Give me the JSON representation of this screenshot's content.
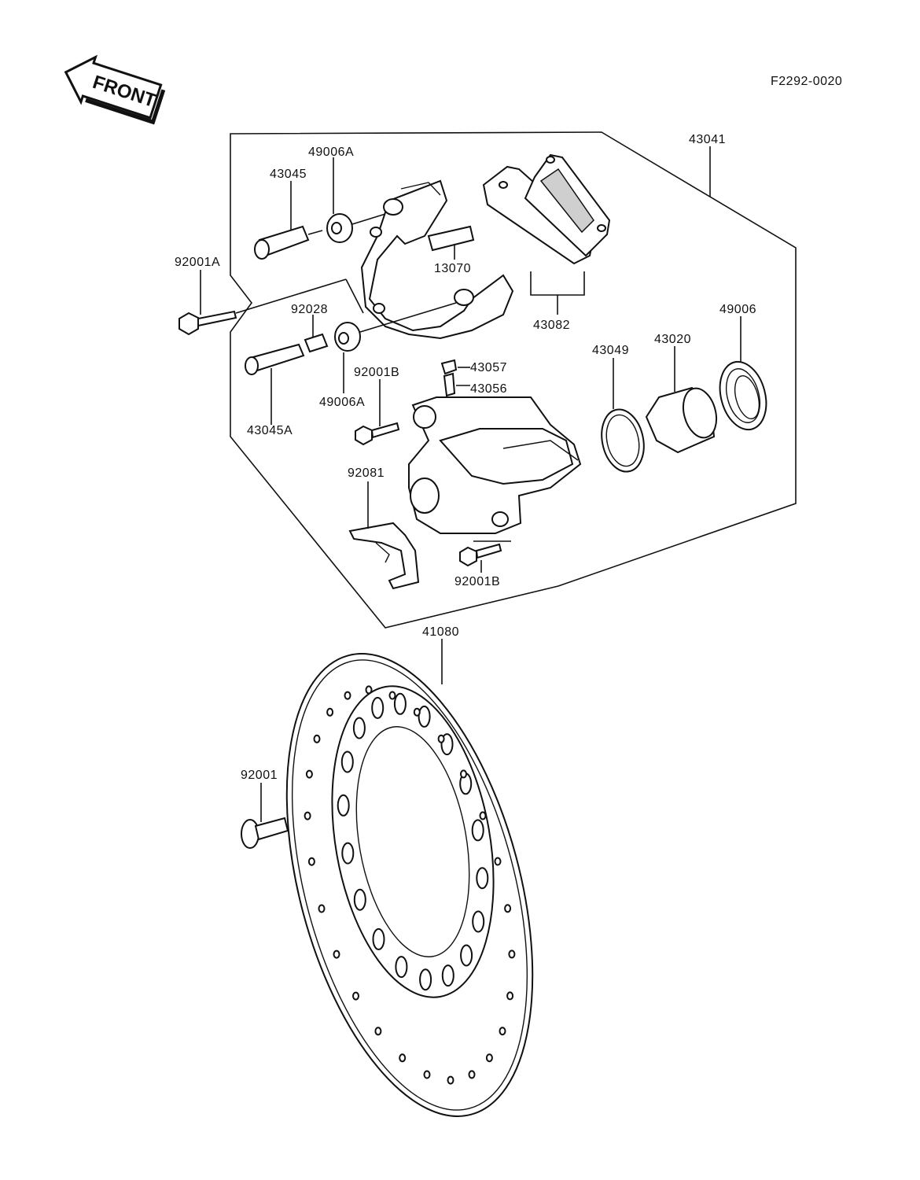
{
  "diagram_code": "F2292-0020",
  "front_label": "FRONT",
  "parts": {
    "caliper_assembly": "43041",
    "pin_43045": "43045",
    "pin_43045A": "43045A",
    "bush_49006A_top": "49006A",
    "bush_49006A_bottom": "49006A",
    "bolt_92001A": "92001A",
    "sleeve_92028": "92028",
    "spring_13070": "13070",
    "pad_set_43082": "43082",
    "seal_43049": "43049",
    "piston_43020": "43020",
    "dust_seal_49006": "49006",
    "cap_43057": "43057",
    "bleeder_43056": "43056",
    "bolt_92001B_top": "92001B",
    "bolt_92001B_bottom": "92001B",
    "spring_92081": "92081",
    "disc_41080": "41080",
    "bolt_92001": "92001"
  }
}
